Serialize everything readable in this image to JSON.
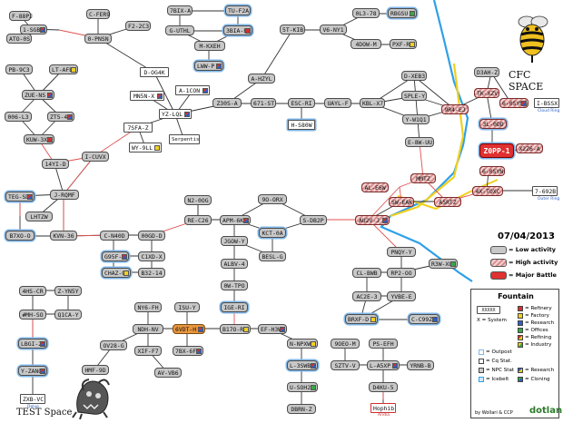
{
  "title": "CFC SPACE",
  "subtitle": "TEST Space",
  "date": "07/04/2013",
  "activity_legend": {
    "low": "= Low activity",
    "high": "= High activity",
    "battle": "= Major Battle"
  },
  "fountain_legend": {
    "title": "Fountain",
    "node_sample": "XXXXX",
    "system": "X = System",
    "refinery": "= Refinery",
    "factory": "= Factory",
    "research": "= Research",
    "offices": "= Offices",
    "refining": "= Refining",
    "industry": "= Industry",
    "outpost": "= Outpost",
    "cq": "= Cq Stat.",
    "npc": "= NPC Stat",
    "icebelt": "= Icebelt",
    "research2": "= Research",
    "cloning": "= Cloning",
    "credits": "by Wollari & CCP",
    "brand": "dotlan"
  },
  "colors": {
    "accent_yellow": "#f0d020",
    "blue_border": "#2fa0e8",
    "battle_red": "#e03030",
    "high_hatch": "#d98c8c"
  },
  "nodes": {
    "n1": "F-88PJ",
    "n2": "1-SGBM",
    "n3": "ATO-0S",
    "n4": "C-FER9",
    "n5": "0-PNSN",
    "n6": "F2-2C3",
    "n7": "7BIX-A",
    "n8": "TU-F2A",
    "n9": "G-UTHL",
    "n10": "3BIA-E",
    "n11": "M-KXEH",
    "n12": "LWW-P",
    "n13": "5T-KIB",
    "n14": "0L3-78",
    "n15": "V6-NY1",
    "n16": "RBGSU",
    "n17": "4DOW-M",
    "n18": "PXF-RF",
    "n19": "D-OG4K",
    "n20": "MN5N-X",
    "n21": "A-1CON",
    "n22": "Serpentis",
    "n23": "YZ-LQL",
    "n24": "Z30S-A",
    "n25": "671-ST",
    "n26": "ESC-RI",
    "n27": "UAYL-F",
    "n28": "KBL-X7",
    "n29": "D-XEB3",
    "n30": "SPLE-Y",
    "n31": "Y-W1Q1",
    "n32": "E-8W-UU",
    "n33": "H-S80W",
    "n34": "A-HZYL",
    "n35": "D3AH-Z",
    "n36": "TK-XZV",
    "n37": "3L-0DD",
    "n38": "Z0PP-1",
    "n39": "PB-9C3",
    "n40": "LT-AFB",
    "n41": "ZUE-NS",
    "n42": "006-L3",
    "n43": "ZT5-4D",
    "n44": "KUW-3X",
    "n45": "7SFA-Z",
    "n46": "WY-9LL",
    "n47": "I-CUVX",
    "n48": "14YI-D",
    "n49": "TEG-SD",
    "n50": "J-RQMF",
    "n51": "LHTZW",
    "n52": "B7XO-O",
    "n53": "KVN-36",
    "n54": "C-N40D",
    "n55": "G95F-H",
    "n56": "00GD-D",
    "n57": "C1XD-X",
    "n58": "CHAZ-O",
    "n59": "B32-14",
    "n60": "N2-0OG",
    "n61": "RE-C26",
    "n62": "9O-ORX",
    "n63": "APM-6K",
    "n64": "KCT-0A",
    "n65": "S-DB2P",
    "n66": "JGOW-Y",
    "n67": "BESL-G",
    "n68": "ALBV-4",
    "n69": "0W-TPO",
    "n70": "IGE-RI",
    "n71": "9R4-EJ",
    "n72": "AU2V-J",
    "n73": "AL-E6W",
    "n74": "MMTZ",
    "n75": "SW-EAK",
    "n76": "A5RTZ",
    "n77": "4X-TOXC",
    "n78": "7-692B",
    "n79": "6-0SYN",
    "n80": "I-BSSX",
    "n81": "X2Z6-A",
    "n82": "PNQY-Y",
    "n83": "CL-BWB",
    "n84": "RP2-OO",
    "n85": "R3W-XU",
    "n86": "AC2E-3",
    "n87": "YVBE-E",
    "n88": "BRXF-D",
    "n89": "C-C99Z",
    "n90": "4HS-CR",
    "n91": "Z-YN5Y",
    "n92": "#MH-SO",
    "n93": "Q1CA-Y",
    "n94": "LBGI-2",
    "n95": "Y-ZANO",
    "n96": "ZXB-VC",
    "n97": "NY6-FH",
    "n98": "ISU-Y",
    "n99": "NDH-NV",
    "n100": "6VDT-H",
    "n101": "B17O-R",
    "n102": "EF-H3W",
    "n103": "OV28-G",
    "n104": "XIF-F7",
    "n105": "7BX-6F",
    "n106": "HMF-9D",
    "n107": "AV-VB6",
    "n108": "N-NPXW",
    "n109": "L-3SWB",
    "n110": "U-SOH2",
    "n111": "DBRN-Z",
    "n112": "9OEO-M",
    "n113": "PS-EFH",
    "n114": "SZTV-V",
    "n115": "L-A5XP",
    "n116": "YRNB-B",
    "n117": "D4KU-5",
    "n118": "Hophib"
  },
  "node_tags": {
    "n36": "Cloud Ring",
    "n78": "Outer Ring",
    "n96": "Delve",
    "n118": "Aridia"
  }
}
